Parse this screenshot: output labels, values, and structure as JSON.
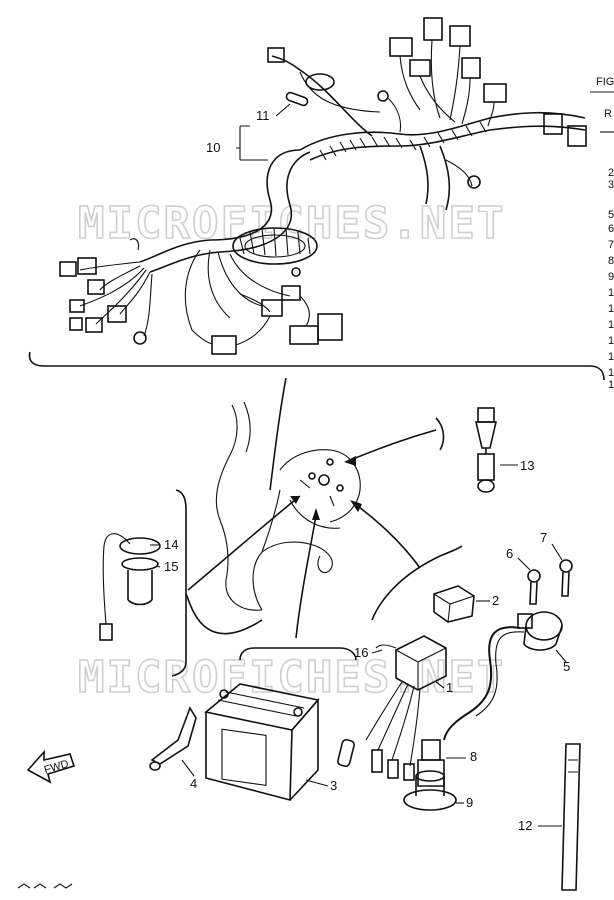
{
  "watermark": "MICROFICHES.NET",
  "header_fragment": "FIG",
  "header_fragment2": "R",
  "edge_numbers": [
    "2",
    "3",
    "5",
    "6",
    "7",
    "8",
    "9",
    "1",
    "1",
    "1",
    "1",
    "1",
    "1",
    "1"
  ],
  "callouts": {
    "c1": "1",
    "c2": "2",
    "c3": "3",
    "c4": "4",
    "c5": "5",
    "c6": "6",
    "c7": "7",
    "c8": "8",
    "c9": "9",
    "c10": "10",
    "c11": "11",
    "c12": "12",
    "c13": "13",
    "c14": "14",
    "c15": "15",
    "c16": "16"
  },
  "fwd_label": "FWD"
}
